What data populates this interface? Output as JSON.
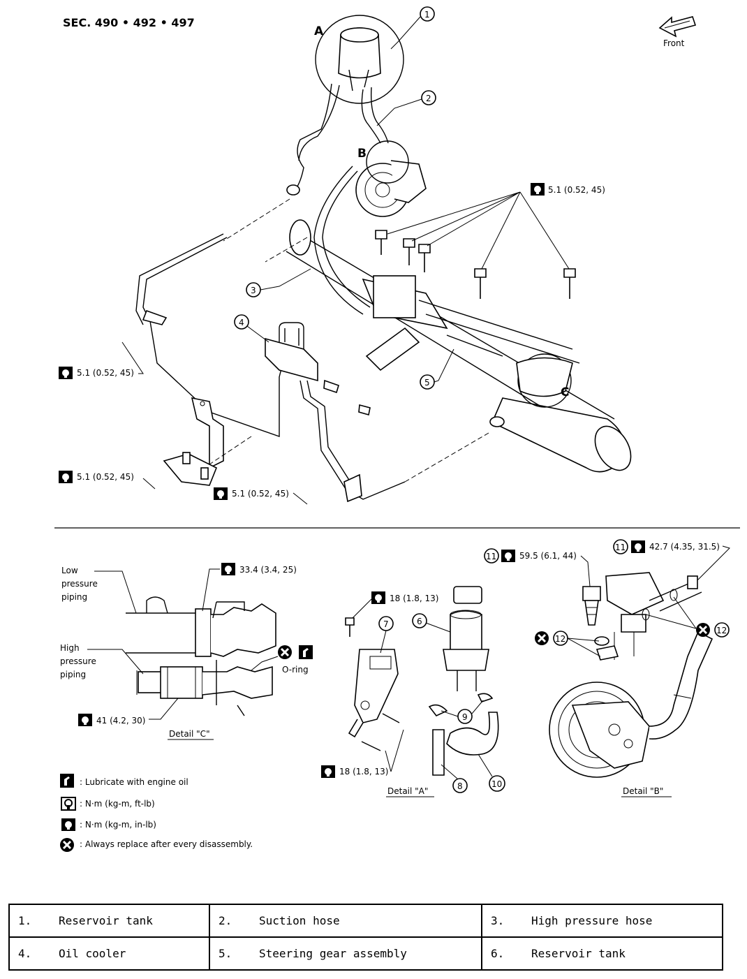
{
  "header": {
    "section": "SEC. 490 • 492 • 497",
    "front": "Front"
  },
  "callouts": {
    "A": "A",
    "B": "B",
    "C": "C",
    "n1": "1",
    "n2": "2",
    "n3": "3",
    "n4": "4",
    "n5": "5",
    "n6": "6",
    "n7": "7",
    "n8": "8",
    "n9": "9",
    "n10": "10",
    "n11": "11",
    "n12": "12"
  },
  "torque": {
    "t_5_1": "5.1 (0.52, 45)",
    "t_33_4": "33.4 (3.4, 25)",
    "t_41": "41 (4.2, 30)",
    "t_18": "18 (1.8, 13)",
    "t_59_5": "59.5 (6.1, 44)",
    "t_42_7": "42.7 (4.35, 31.5)"
  },
  "detail_c": {
    "low1": "Low",
    "low2": "pressure",
    "low3": "piping",
    "high1": "High",
    "high2": "pressure",
    "high3": "piping",
    "oring": "O-ring",
    "caption": "Detail \"C\""
  },
  "detail_a": {
    "caption": "Detail \"A\""
  },
  "detail_b": {
    "caption": "Detail \"B\""
  },
  "legend": {
    "lubricate": ": Lubricate with engine oil",
    "nm_ftlb": ": N·m (kg-m, ft-lb)",
    "nm_inlb": ": N·m (kg-m, in-lb)",
    "replace": ": Always replace after every disassembly."
  },
  "parts_table": [
    [
      {
        "num": "1.",
        "name": "Reservoir tank"
      },
      {
        "num": "2.",
        "name": "Suction hose"
      },
      {
        "num": "3.",
        "name": "High pressure hose"
      }
    ],
    [
      {
        "num": "4.",
        "name": "Oil cooler"
      },
      {
        "num": "5.",
        "name": "Steering gear assembly"
      },
      {
        "num": "6.",
        "name": "Reservoir tank"
      }
    ]
  ]
}
